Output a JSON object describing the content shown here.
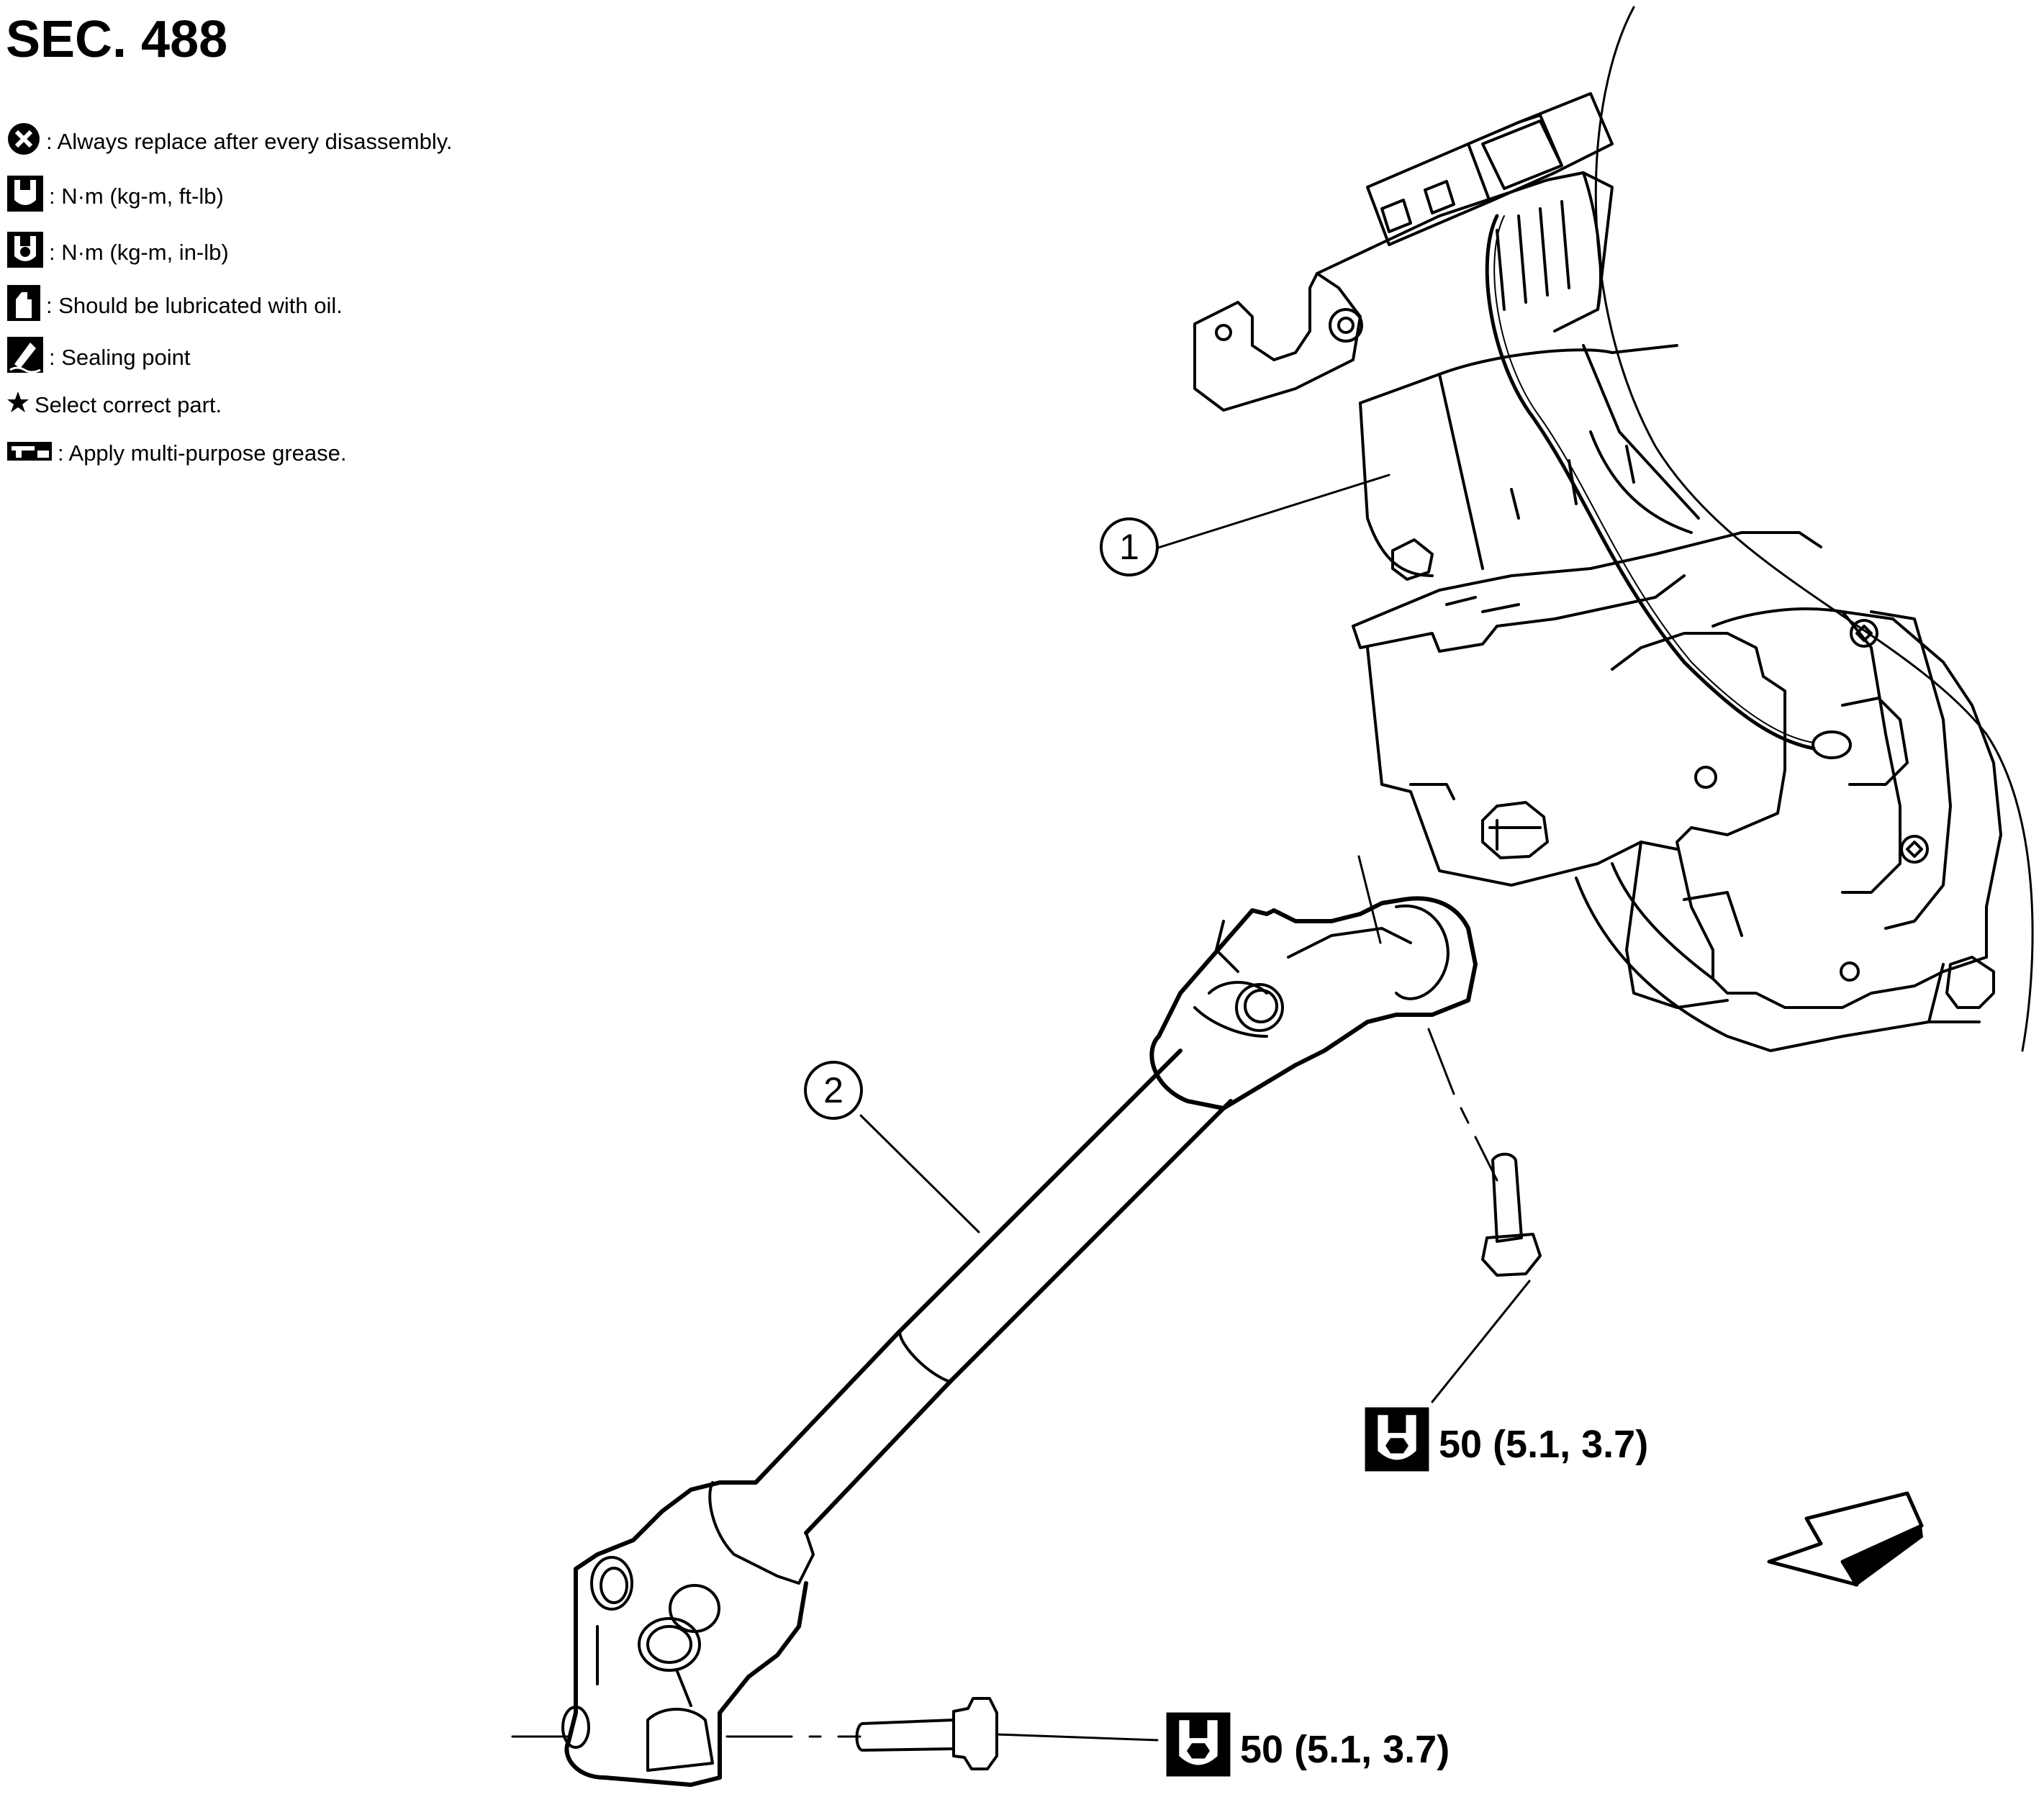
{
  "section": {
    "title": "SEC. 488"
  },
  "legend": {
    "items": [
      {
        "icon": "always-replace-icon",
        "text": ": Always replace after every disassembly."
      },
      {
        "icon": "torque-ftlb-icon",
        "text": ": N·m (kg-m, ft-lb)"
      },
      {
        "icon": "torque-inlb-icon",
        "text": ": N·m (kg-m, in-lb)"
      },
      {
        "icon": "oil-can-icon",
        "text": ": Should be lubricated with oil."
      },
      {
        "icon": "sealing-point-icon",
        "text": ": Sealing point"
      },
      {
        "icon": "star-icon",
        "text": "Select correct part."
      },
      {
        "icon": "grease-icon",
        "text": ": Apply multi-purpose grease."
      }
    ]
  },
  "callouts": {
    "part_1": "1",
    "part_2": "2"
  },
  "torques": {
    "upper_bolt": "50 (5.1, 3.7)",
    "lower_bolt": "50 (5.1, 3.7)"
  }
}
